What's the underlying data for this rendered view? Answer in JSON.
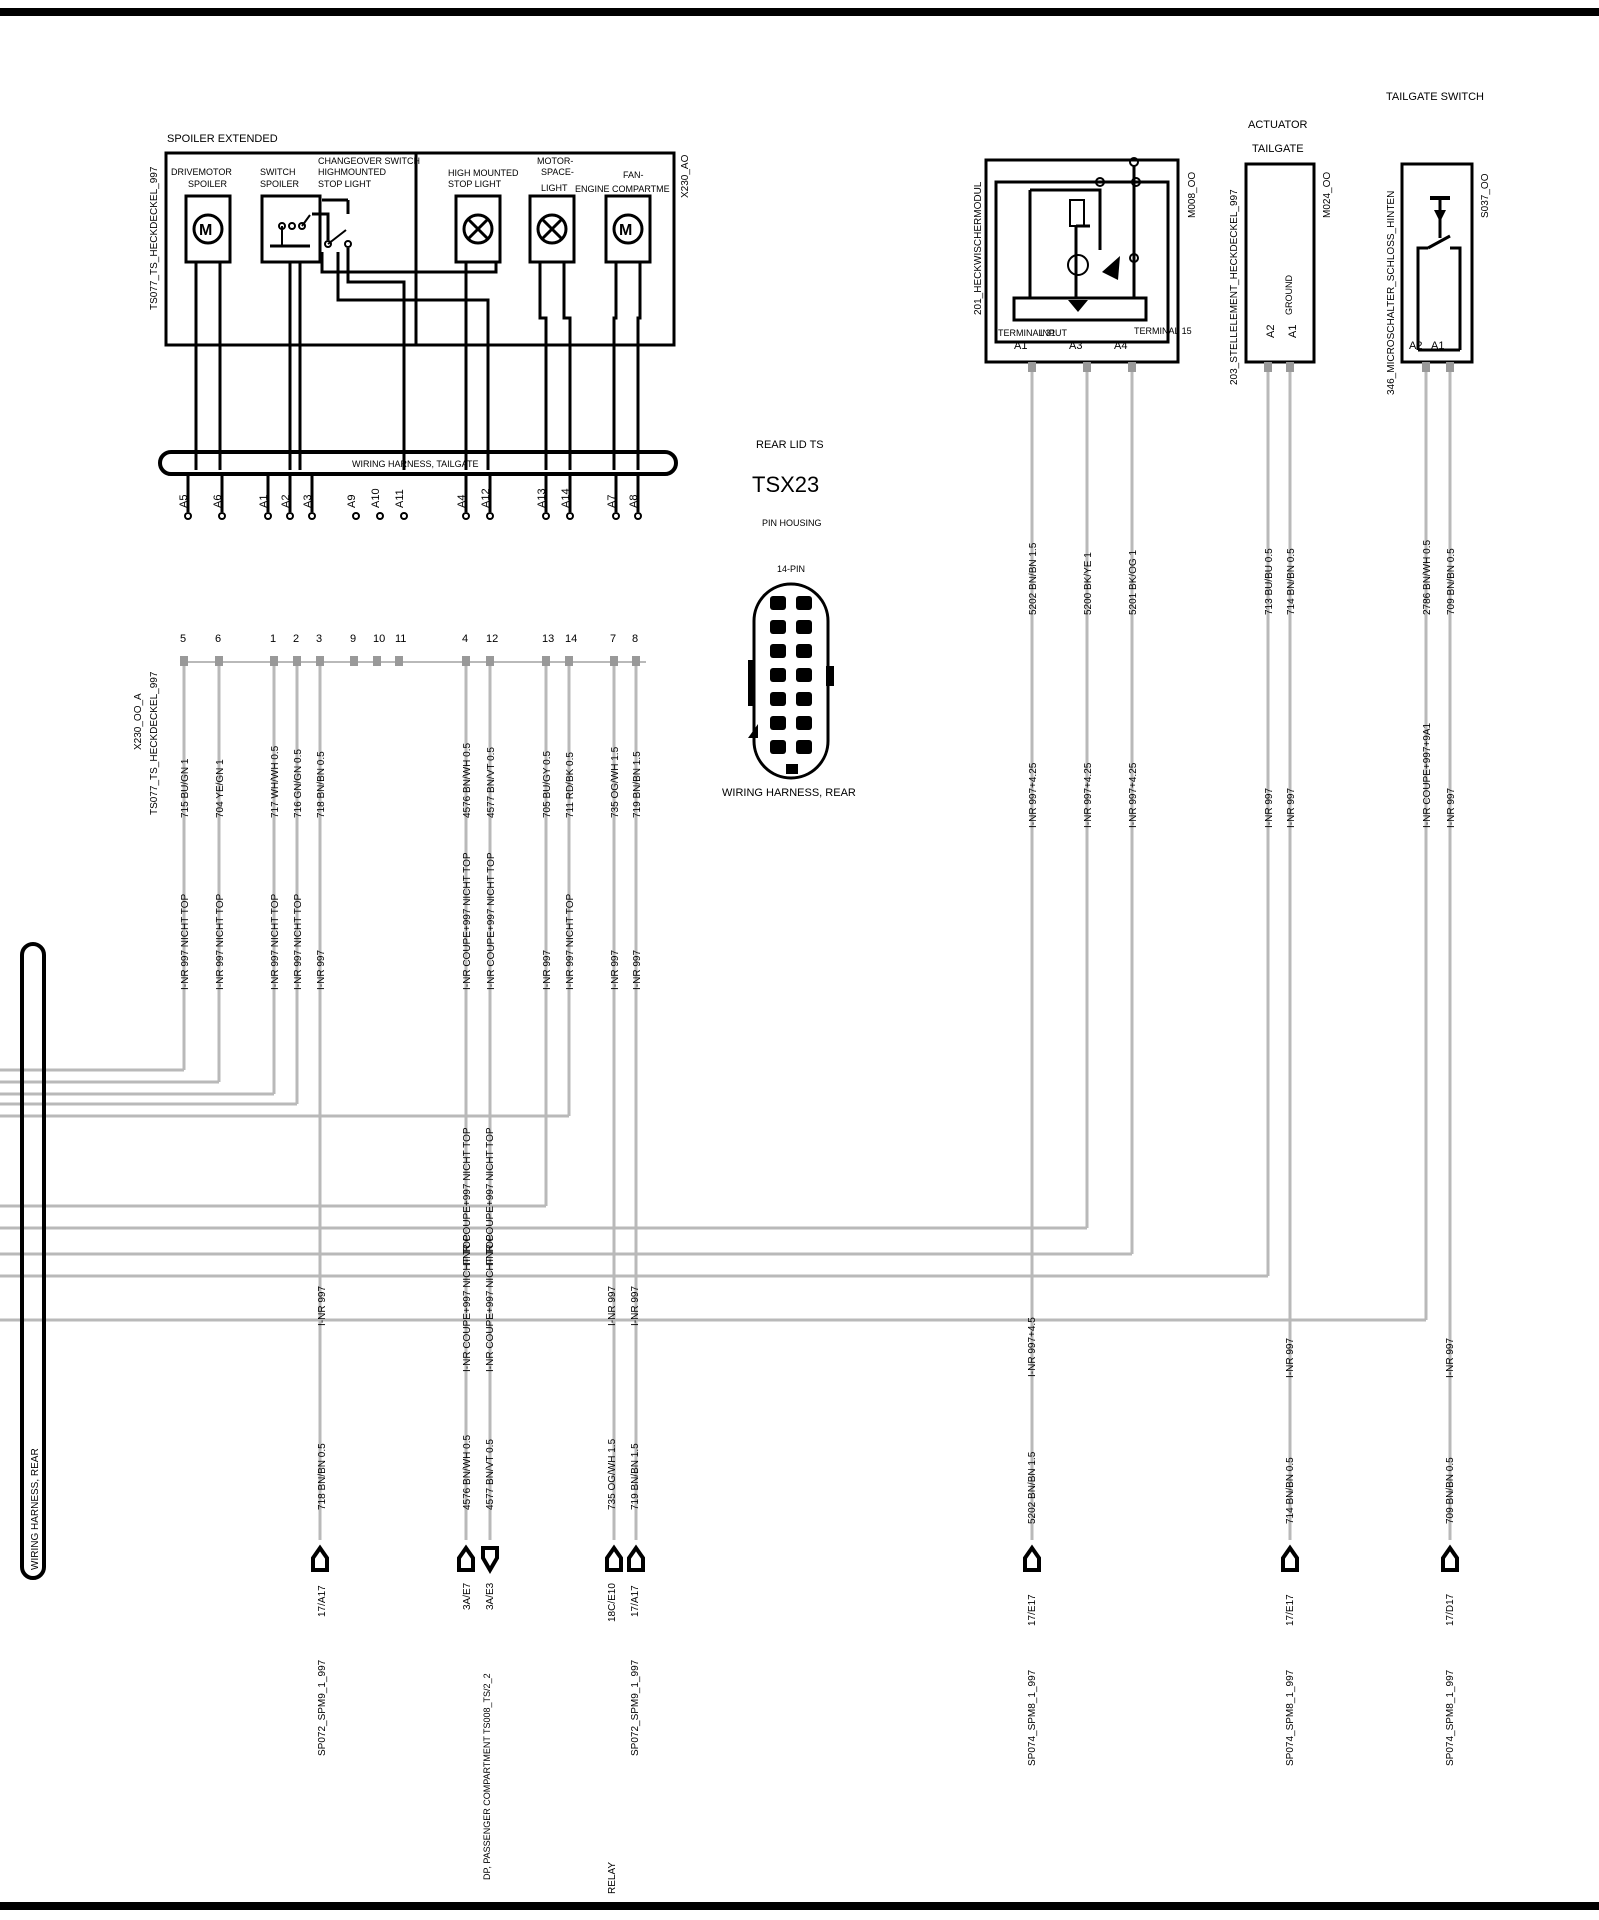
{
  "modules": {
    "spoiler_box": {
      "title": "SPOILER EXTENDED",
      "side_label": "TS077_TS_HECKDECKEL_997",
      "code": "X230_AO",
      "comp_drive": [
        "DRIVEMOTOR",
        "SPOILER"
      ],
      "comp_switch": [
        "SWITCH",
        "SPOILER"
      ],
      "comp_changeover": [
        "CHANGEOVER SWITCH",
        "HIGHMOUNTED",
        "STOP LIGHT"
      ],
      "comp_stop": [
        "HIGH MOUNTED",
        "STOP LIGHT"
      ],
      "comp_motor": [
        "MOTOR-",
        "SPACE-",
        "LIGHT"
      ],
      "comp_fan": [
        "FAN-",
        "ENGINE COMPARTME"
      ],
      "harness_label": "WIRING HARNESS, TAILGATE",
      "pins": [
        "A5",
        "A6",
        "A1",
        "A2",
        "A3",
        "A9",
        "A10",
        "A11",
        "A4",
        "A12",
        "A13",
        "A14",
        "A7",
        "A8"
      ]
    },
    "wiper": {
      "name": "201_HECKWISCHERMODUL",
      "code": "M008_OO",
      "term_left": "TERMINAL 31",
      "term_mid": "INPUT",
      "term_right": "TERMINAL 15",
      "pins": [
        "A1",
        "A3",
        "A4"
      ]
    },
    "actuator": {
      "title1": "ACTUATOR",
      "title2": "TAILGATE",
      "name": "203_STELLELEMENT_HECKDECKEL_997",
      "code": "M024_OO",
      "ground": "GROUND",
      "pins": [
        "A2",
        "A1"
      ]
    },
    "tailgate_switch": {
      "title": "TAILGATE SWITCH",
      "name": "346_MICROSCHALTER_SCHLOSS_HINTEN",
      "code": "S037_OO",
      "pins": [
        "A2",
        "A1"
      ]
    },
    "rear_lid": {
      "title": "REAR LID TS",
      "connector": "TSX23",
      "housing": "PIN HOUSING",
      "pin_count": "14-PIN",
      "harness": "WIRING HARNESS, REAR"
    }
  },
  "connector_x230": {
    "code": "X230_OO_A",
    "name": "TS077_TS_HECKDECKEL_997",
    "pins": [
      "5",
      "6",
      "1",
      "2",
      "3",
      "9",
      "10",
      "11",
      "4",
      "12",
      "13",
      "14",
      "7",
      "8"
    ]
  },
  "wires_left": [
    {
      "pin": "5",
      "color": "715 BU/GN 1",
      "cond": "I-NR 997 NICHT TOP"
    },
    {
      "pin": "6",
      "color": "704 YE/GN 1",
      "cond": "I-NR 997 NICHT TOP"
    },
    {
      "pin": "1",
      "color": "717 WH/WH 0.5",
      "cond": "I-NR 997 NICHT TOP"
    },
    {
      "pin": "2",
      "color": "716 GN/GN 0.5",
      "cond": "I-NR 997 NICHT TOP"
    },
    {
      "pin": "3",
      "color": "718 BN/BN 0.5",
      "cond": "I-NR 997"
    },
    {
      "pin": "4",
      "color": "4576 BN/WH 0.5",
      "cond": "I-NR COUPE+997 NICHT TOP"
    },
    {
      "pin": "12",
      "color": "4577 BN/VT 0.5",
      "cond": "I-NR COUPE+997 NICHT TOP"
    },
    {
      "pin": "13",
      "color": "705 BU/GY 0.5",
      "cond": "I-NR 997"
    },
    {
      "pin": "14",
      "color": "711 RD/BK 0.5",
      "cond": "I-NR 997 NICHT TOP"
    },
    {
      "pin": "7",
      "color": "735 OG/WH 1.5",
      "cond": "I-NR 997"
    },
    {
      "pin": "8",
      "color": "719 BN/BN 1.5",
      "cond": "I-NR 997"
    }
  ],
  "wires_right": [
    {
      "color": "5202 BN/BN 1.5",
      "cond": "I-NR 997+4.25"
    },
    {
      "color": "5200 BK/YE 1",
      "cond": "I-NR 997+4.25"
    },
    {
      "color": "5201 BK/OG 1",
      "cond": "I-NR 997+4.25"
    },
    {
      "color": "713 BU/BU 0.5",
      "cond": "I-NR 997"
    },
    {
      "color": "714 BN/BN 0.5",
      "cond": "I-NR 997"
    },
    {
      "color": "2786 BN/WH 0.5",
      "cond": "I-NR COUPE+997+9A1"
    },
    {
      "color": "709 BN/BN 0.5",
      "cond": "I-NR 997"
    }
  ],
  "middle_conds": {
    "pin4": "I-NR COUPE+997 NICHT TOP",
    "pin12": "I-NR COUPE+997 NICHT TOP",
    "pin3": "I-NR 997",
    "pin4b": "I-NR COUPE+997 NICHT TOP",
    "pin12b": "I-NR COUPE+997 NICHT TOP",
    "pin7": "I-NR 997",
    "pin8": "I-NR 997",
    "r1": "I-NR 997+4.5",
    "r2": "I-NR 997",
    "r3": "I-NR 997"
  },
  "bottom": {
    "w3": "718 BN/BN 0.5",
    "w4": "4576 BN/WH 0.5",
    "w12": "4577 BN/VT 0.5",
    "w7": "735 OG/WH 1.5",
    "w8": "719 BN/BN 1.5",
    "wr1": "5202 BN/BN 1.5",
    "wr2": "714 BN/BN 0.5",
    "wr3": "709 BN/BN 0.5",
    "ref3": "17/A17",
    "ref4": "3A/E7",
    "ref12": "3A/E3",
    "ref7": "18C/E10",
    "ref8": "17/A17",
    "refr1": "17/E17",
    "refr2": "17/E17",
    "refr3": "17/D17",
    "dest3": "SP072_SPM9_1_997",
    "dest4": "DP, PASSENGER COMPARTMENT TS008_TS/2_2",
    "dest7": "RELAY",
    "dest8": "SP072_SPM9_1_997",
    "destr1": "SP074_SPM8_1_997",
    "destr2": "SP074_SPM8_1_997",
    "destr3": "SP074_SPM8_1_997"
  },
  "left_harness": "WIRING HARNESS, REAR"
}
